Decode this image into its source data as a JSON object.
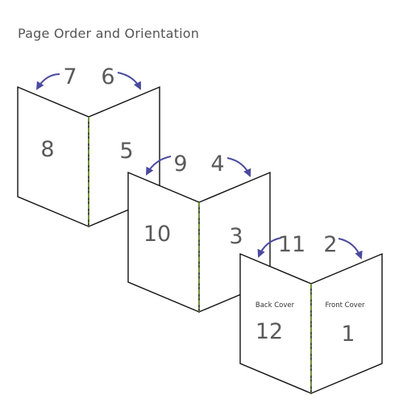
{
  "title": "Page Order and Orientation",
  "colors": {
    "fold_line": "#6a9a1f",
    "arrow": "#4a4aa0",
    "page_number": "#5a5a5a"
  },
  "booklets": [
    {
      "outside_left": "7",
      "outside_right": "6",
      "inside_left": "8",
      "inside_right": "5",
      "caption_left": "",
      "caption_right": ""
    },
    {
      "outside_left": "9",
      "outside_right": "4",
      "inside_left": "10",
      "inside_right": "3",
      "caption_left": "",
      "caption_right": ""
    },
    {
      "outside_left": "11",
      "outside_right": "2",
      "inside_left": "12",
      "inside_right": "1",
      "caption_left": "Back Cover",
      "caption_right": "Front Cover"
    }
  ]
}
